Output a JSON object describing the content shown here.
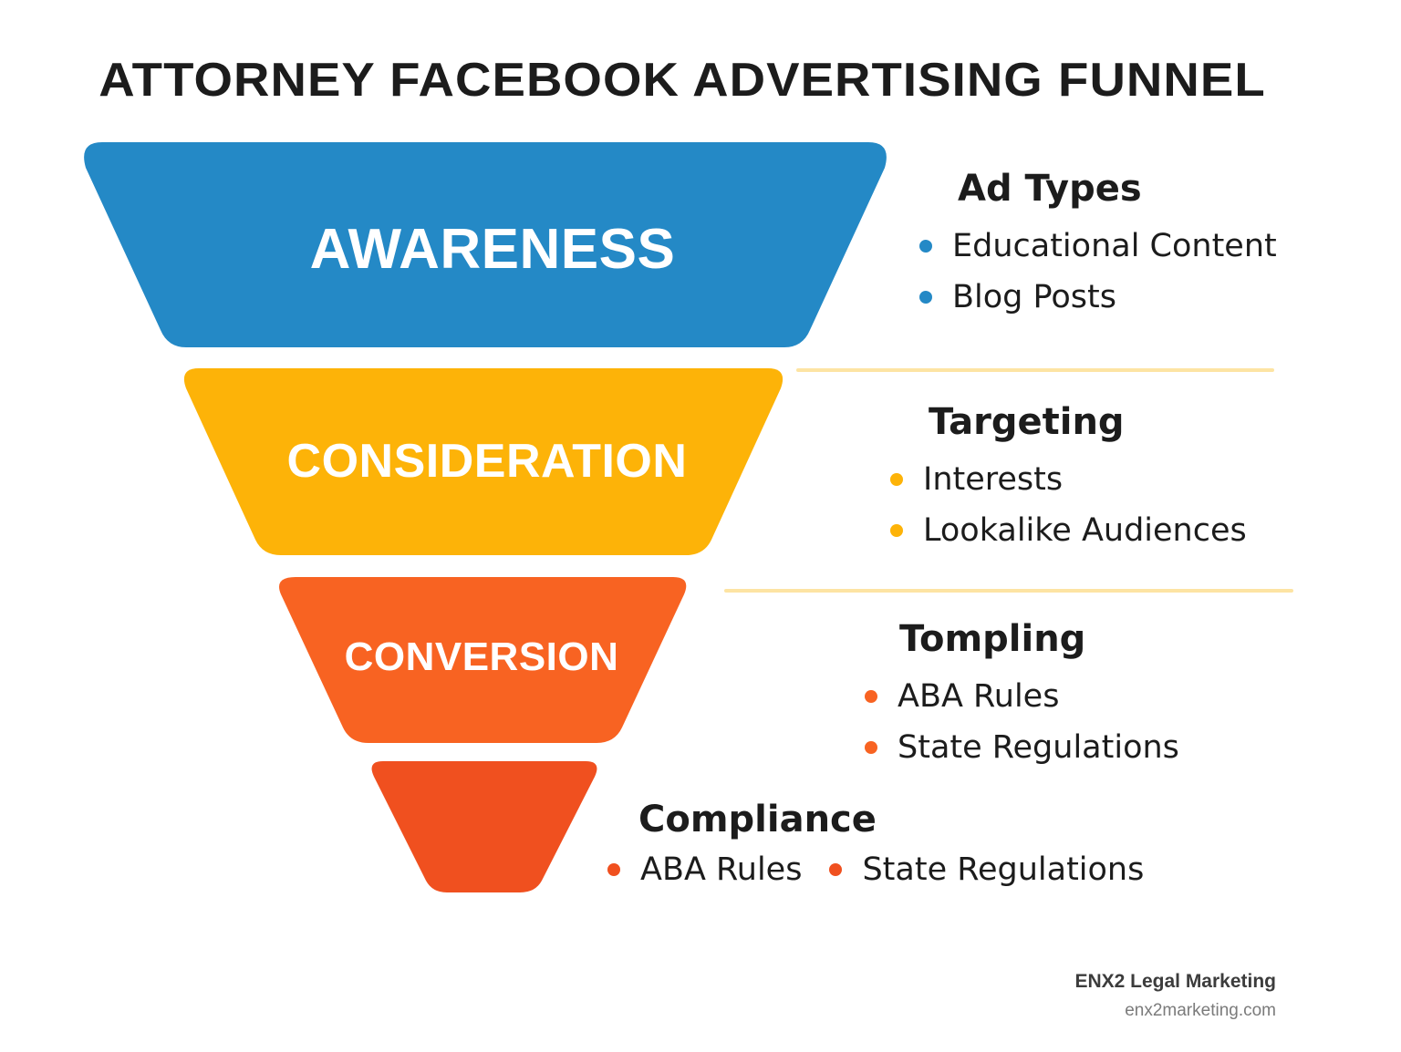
{
  "title": "ATTORNEY FACEBOOK ADVERTISING FUNNEL",
  "colors": {
    "awareness": "#2489c6",
    "consideration": "#fdb308",
    "conversion": "#f86322",
    "compliance": "#f0501f",
    "divider": "#fde4a3",
    "text": "#1c1c1c"
  },
  "funnel": {
    "stages": [
      {
        "label": "AWARENESS",
        "color": "#2489c6"
      },
      {
        "label": "CONSIDERATION",
        "color": "#fdb308"
      },
      {
        "label": "CONVERSION",
        "color": "#f86322"
      },
      {
        "label": "",
        "color": "#f0501f"
      }
    ]
  },
  "sections": {
    "ad_types": {
      "heading": "Ad Types",
      "bullet_color": "#2489c6",
      "items": [
        "Educational Content",
        "Blog Posts"
      ]
    },
    "targeting": {
      "heading": "Targeting",
      "bullet_color": "#fdb308",
      "items": [
        "Interests",
        "Lookalike Audiences"
      ]
    },
    "tompling": {
      "heading": "Tompling",
      "bullet_color": "#f86322",
      "items": [
        "ABA Rules",
        "State Regulations"
      ]
    },
    "compliance": {
      "heading": "Compliance",
      "bullet_color": "#f0501f",
      "items": [
        "ABA Rules",
        "State Regulations"
      ]
    }
  },
  "footer": {
    "brand": "ENX2 Legal Marketing",
    "url": "enx2marketing.com"
  }
}
